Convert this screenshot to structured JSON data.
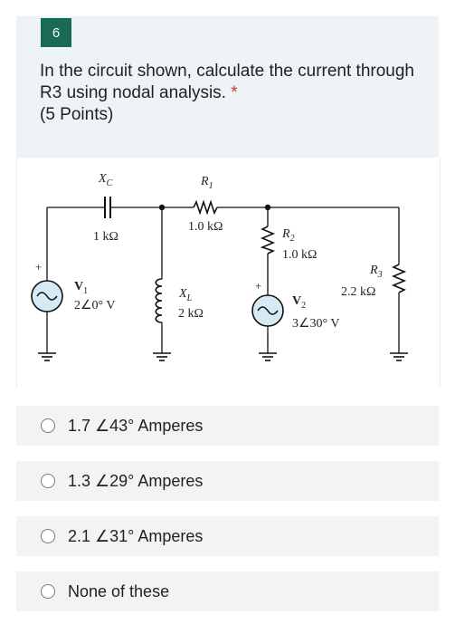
{
  "question": {
    "number": "6",
    "text": "In the circuit shown, calculate the current through R3 using nodal analysis.",
    "required_marker": "*",
    "points": "(5 Points)"
  },
  "circuit": {
    "xc_label": "X",
    "xc_sub": "C",
    "xc_value": "1 kΩ",
    "r1_label": "R",
    "r1_sub": "1",
    "r1_value": "1.0 kΩ",
    "r2_label": "R",
    "r2_sub": "2",
    "r2_value": "1.0 kΩ",
    "r3_label": "R",
    "r3_sub": "3",
    "r3_value": "2.2 kΩ",
    "xl_label": "X",
    "xl_sub": "L",
    "xl_value": "2 kΩ",
    "v1_label": "V",
    "v1_sub": "1",
    "v1_value": "2∠0° V",
    "v2_label": "V",
    "v2_sub": "2",
    "v2_value": "3∠30° V",
    "plus": "+"
  },
  "options": [
    {
      "label": "1.7 ∠43° Amperes"
    },
    {
      "label": "1.3 ∠29° Amperes"
    },
    {
      "label": "2.1 ∠31° Amperes"
    },
    {
      "label": "None of these"
    }
  ]
}
